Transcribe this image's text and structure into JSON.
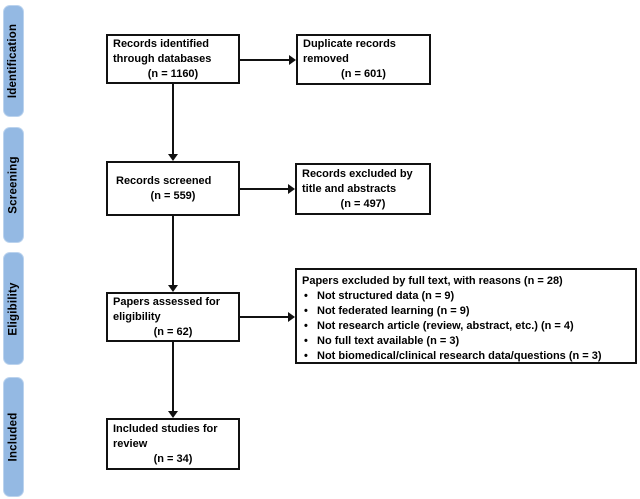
{
  "colors": {
    "sidebar_fill": "#94B9E3",
    "sidebar_edge": "#BBD3EE",
    "box_border": "#111111",
    "arrow": "#111111",
    "text": "#000000"
  },
  "sidebar": {
    "stages": [
      {
        "label": "Identification"
      },
      {
        "label": "Screening"
      },
      {
        "label": "Eligibility"
      },
      {
        "label": "Included"
      }
    ]
  },
  "flow": {
    "identified": {
      "line1": "Records identified",
      "line2": "through databases",
      "count": "(n = 1160)"
    },
    "duplicates": {
      "line1": "Duplicate records",
      "line2": "removed",
      "count": "(n = 601)"
    },
    "screened": {
      "line1": "Records screened",
      "count": "(n = 559)"
    },
    "excluded_title_abstract": {
      "line1": "Records excluded by",
      "line2": "title and abstracts",
      "count": "(n = 497)"
    },
    "assessed": {
      "line1": "Papers assessed for",
      "line2": "eligibility",
      "count": "(n = 62)"
    },
    "excluded_fulltext": {
      "title": "Papers excluded by full text, with reasons (n = 28)",
      "bullet_char": "•",
      "reasons": [
        "Not structured data (n = 9)",
        "Not federated learning (n = 9)",
        "Not research article (review, abstract, etc.) (n = 4)",
        "No full text available (n = 3)",
        "Not biomedical/clinical research data/questions (n = 3)"
      ]
    },
    "included": {
      "line1": "Included studies for",
      "line2": "review",
      "count": "(n = 34)"
    }
  }
}
